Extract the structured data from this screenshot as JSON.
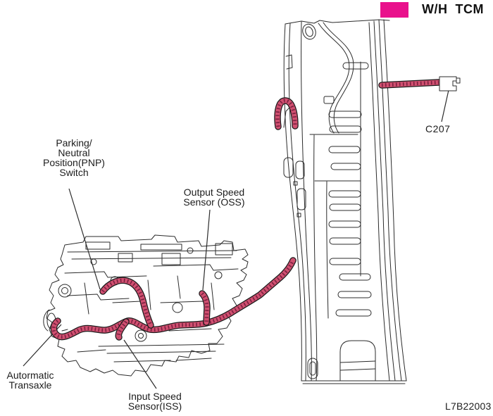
{
  "diagram": {
    "legend": {
      "label": "W/H  TCM",
      "swatch_color": "#E9118C"
    },
    "callouts": {
      "pnp": {
        "line1": "Parking/",
        "line2": "Neutral",
        "line3": "Position(PNP)",
        "line4": "Switch"
      },
      "oss": {
        "line1": "Output Speed",
        "line2": "Sensor (OSS)"
      },
      "iss": {
        "line1": "Input Speed",
        "line2": "Sensor(ISS)"
      },
      "transaxle": {
        "line1": "Autormatic",
        "line2": "Transaxle"
      },
      "connector": {
        "label": "C207"
      }
    },
    "figure_code": "L7B22003",
    "colors": {
      "legend_pink": "#E9118C",
      "harness": "#D05070",
      "harness_hatch": "#7A2040",
      "outline": "#1B1B1B"
    }
  }
}
